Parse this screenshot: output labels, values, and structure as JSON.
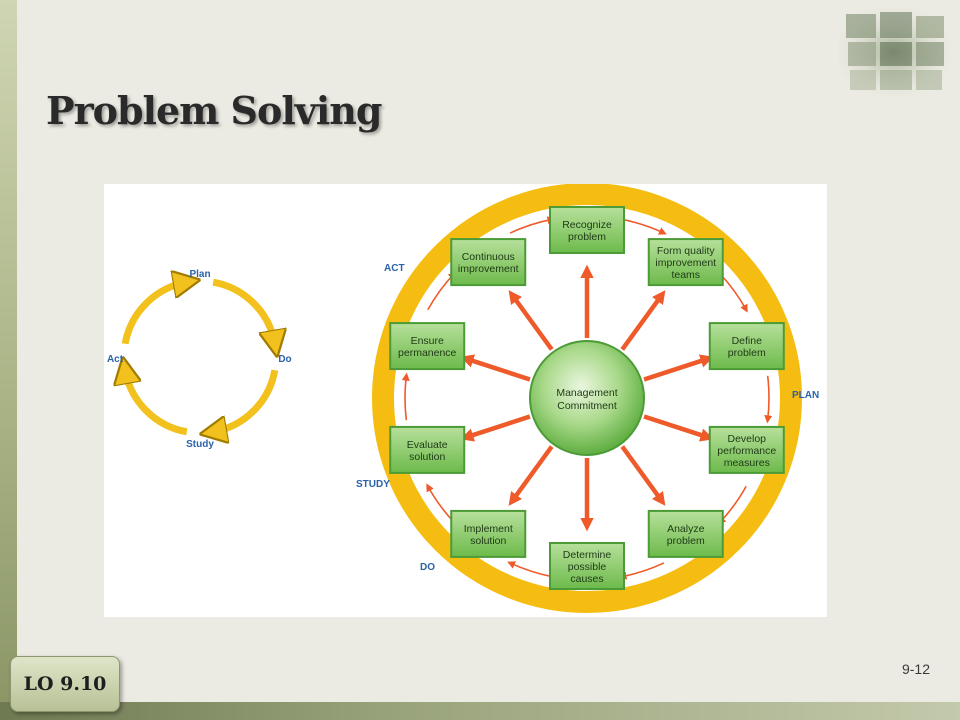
{
  "slide": {
    "title": "Problem Solving",
    "lo_badge": "LO 9.10",
    "slide_number": "9-12"
  },
  "pdsa_cycle": {
    "plan": "Plan",
    "do": "Do",
    "study": "Study",
    "act": "Act"
  },
  "wheel": {
    "center": [
      "Management",
      "Commitment"
    ],
    "steps": [
      {
        "id": "recognize",
        "lines": [
          "Recognize",
          "problem"
        ]
      },
      {
        "id": "form-teams",
        "lines": [
          "Form quality",
          "improvement",
          "teams"
        ]
      },
      {
        "id": "define",
        "lines": [
          "Define",
          "problem"
        ]
      },
      {
        "id": "develop-measures",
        "lines": [
          "Develop",
          "performance",
          "measures"
        ]
      },
      {
        "id": "analyze",
        "lines": [
          "Analyze",
          "problem"
        ]
      },
      {
        "id": "determine-causes",
        "lines": [
          "Determine",
          "possible",
          "causes"
        ]
      },
      {
        "id": "implement",
        "lines": [
          "Implement",
          "solution"
        ]
      },
      {
        "id": "evaluate",
        "lines": [
          "Evaluate",
          "solution"
        ]
      },
      {
        "id": "ensure",
        "lines": [
          "Ensure",
          "permanence"
        ]
      },
      {
        "id": "continuous",
        "lines": [
          "Continuous",
          "improvement"
        ]
      }
    ],
    "phases": {
      "act": "ACT",
      "plan": "PLAN",
      "study": "STUDY",
      "do": "DO"
    }
  },
  "colors": {
    "ring": "#f5bd12",
    "arrow": "#ee5a2a",
    "box_fill": "#7cc35a",
    "box_border": "#4b9b36",
    "phase_text": "#2a63a8",
    "cycle_arrow": "#f3c11d"
  }
}
